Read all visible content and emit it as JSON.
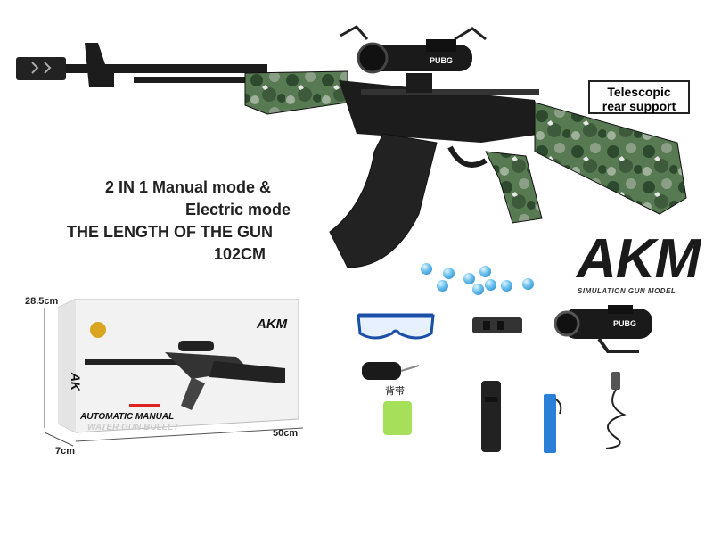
{
  "features": {
    "line1": "2 IN 1 Manual mode &",
    "line2": "Electric mode",
    "line3": "THE LENGTH OF THE GUN",
    "line4": "102CM"
  },
  "badge": {
    "line1": "Telescopic",
    "line2": "rear support"
  },
  "brand": {
    "title": "AKM",
    "subtitle": "SIMULATION GUN MODEL"
  },
  "box": {
    "height": "28.5cm",
    "width": "50cm",
    "depth": "7cm",
    "model": "AKM",
    "side_text": "AK",
    "mode_text": "AUTOMATIC    MANUAL",
    "water_text": "WATER GUN BULLET"
  },
  "scope_text": "PUBG",
  "strap_label": "背带",
  "colors": {
    "camo_dark": "#2e4a2e",
    "camo_mid": "#587a52",
    "camo_light": "#8a9f86",
    "metal": "#1c1c1c",
    "gel_ball": "#3a9ee0",
    "gel_pack": "#a6e05a",
    "battery": "#2c7fd6"
  }
}
